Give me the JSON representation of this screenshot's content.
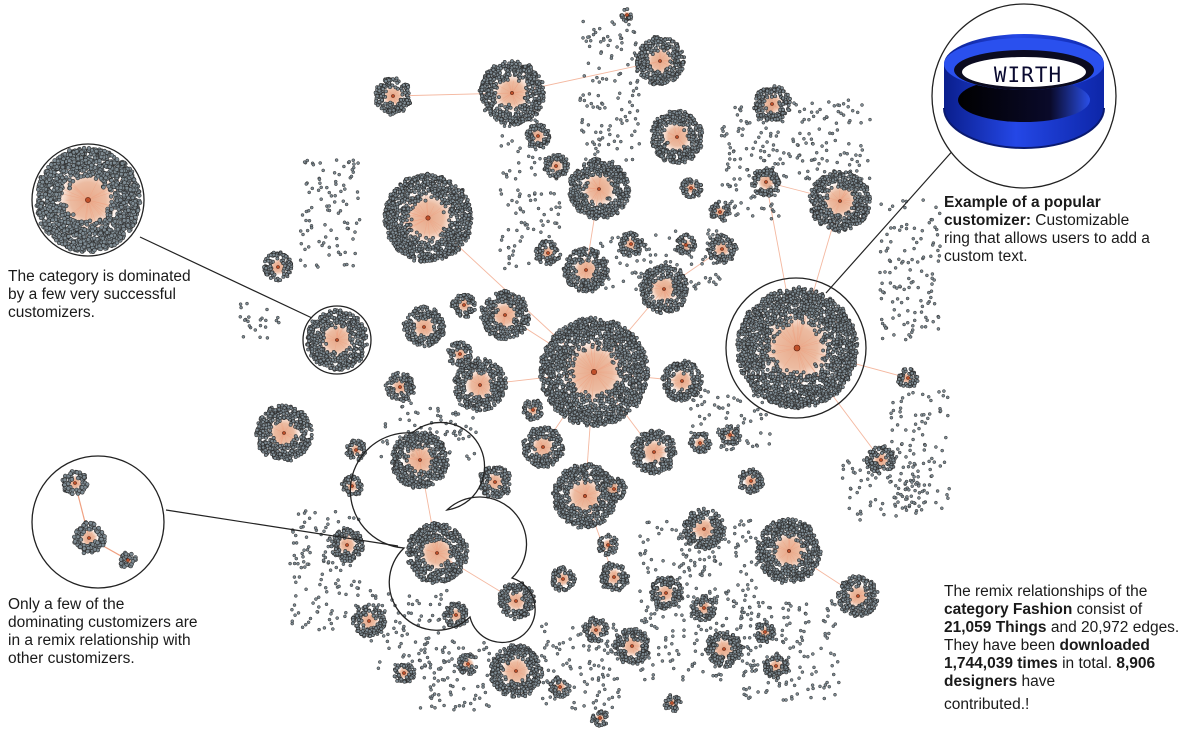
{
  "annotations": {
    "dominated_text": "The category is dominated by a few very successful customizers.",
    "remix_text": "Only a few of the dominating customizers are in a remix relationship with other customizers.",
    "example_bold": "Example of a popular customizer:",
    "example_text": " Customizable ring that allows users to add a custom text.",
    "ring_label": "WIRTH",
    "summary_part1": "The remix relationships of the ",
    "summary_bold1": "category Fashion",
    "summary_part2": " consist of ",
    "summary_bold2": "21,059 Things",
    "summary_part3": " and 20,972 edges. They have been ",
    "summary_bold3": "downloaded 1,744,039 times",
    "summary_part4": " in total. ",
    "summary_bold4": "8,906 designers",
    "summary_part5": " have",
    "summary_part6": "contributed.!"
  },
  "colors": {
    "node_fill": "#7d8a92",
    "node_stroke": "#2e2e2e",
    "hub_fill": "#e8a888",
    "edge": "#f0a080",
    "hub_center": "#c0502a",
    "ring_blue": "#1f3fd8",
    "annotation_line": "#222222"
  }
}
